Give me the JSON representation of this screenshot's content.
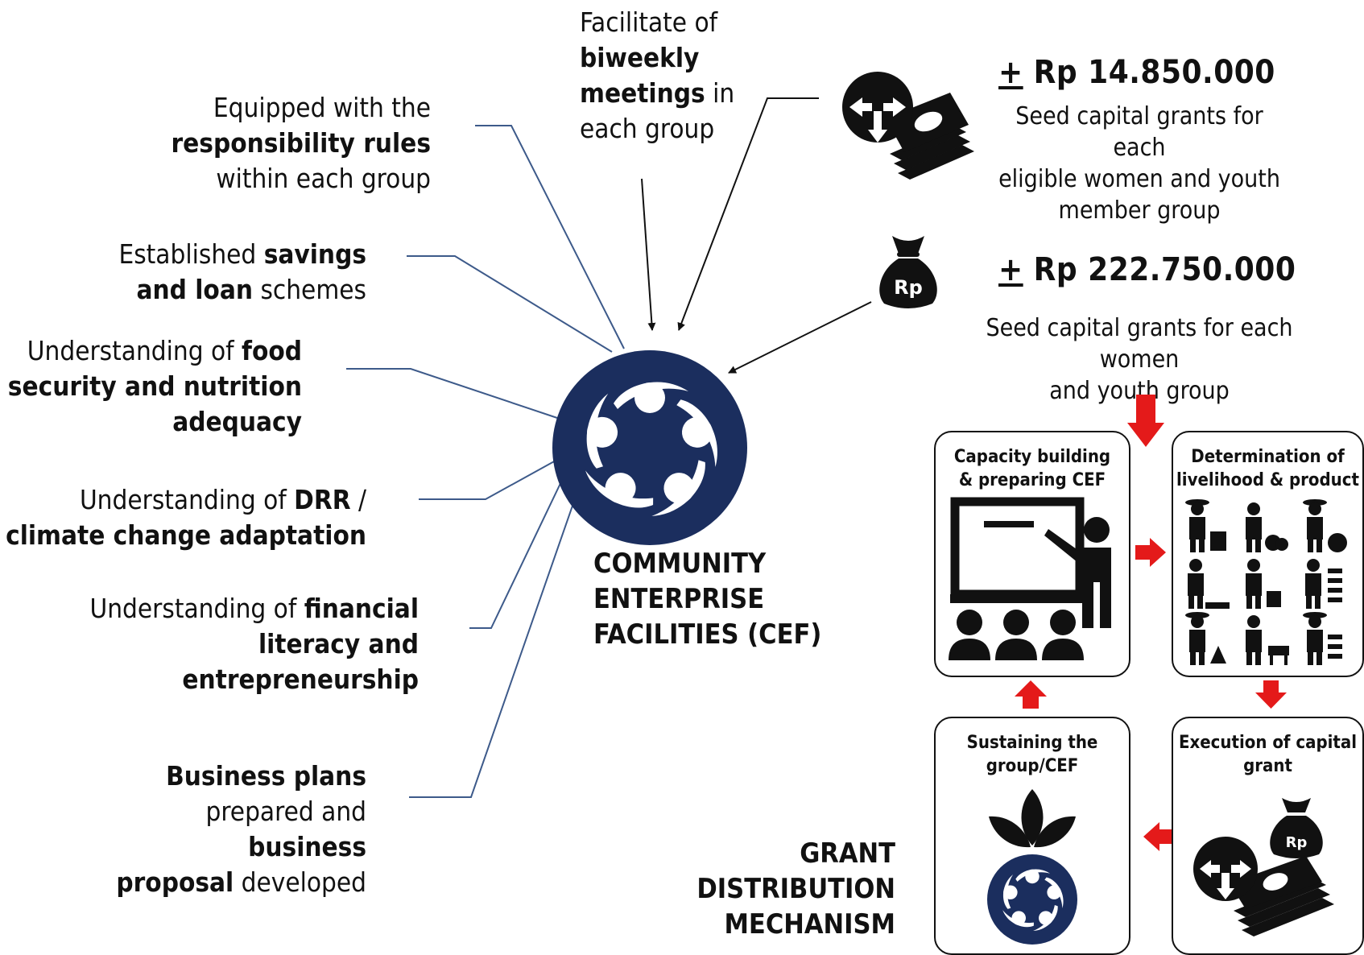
{
  "left_points": {
    "responsibility": {
      "pre": "Equipped with the",
      "bold": "responsibility rules",
      "post": "within each group"
    },
    "savings": {
      "pre": "Established ",
      "bold1": "savings",
      "bold2": "and loan",
      "post": " schemes"
    },
    "food": {
      "pre": "Understanding of ",
      "bold1": "food",
      "bold2": "security and nutrition",
      "bold3": "adequacy"
    },
    "drr": {
      "pre": "Understanding of ",
      "bold1": "DRR",
      "post": " /",
      "bold2": "climate change adaptation"
    },
    "financial": {
      "pre": "Understanding of ",
      "bold1": "financial",
      "bold2": "literacy and",
      "bold3": "entrepreneurship"
    },
    "business": {
      "bold1": "Business plans",
      "pre": "prepared and ",
      "bold2": "business",
      "bold3": "proposal",
      "post": " developed"
    }
  },
  "top_point": {
    "pre": "Facilitate of",
    "bold1": "biweekly",
    "bold2": "meetings",
    "post1": " in",
    "post2": "each group"
  },
  "center": {
    "line1": "COMMUNITY",
    "line2": "ENTERPRISE",
    "line3": "FACILITIES (CEF)"
  },
  "grants": {
    "member_group": {
      "pm": "+",
      "amount": " Rp 14.850.000",
      "desc1": "Seed capital grants for each",
      "desc2": "eligible women and youth",
      "desc3": "member group"
    },
    "group": {
      "pm": "+",
      "amount": " Rp 222.750.000",
      "desc1": "Seed capital grants for each women",
      "desc2": "and youth group"
    }
  },
  "icons": {
    "rupiah_symbol": "Rp"
  },
  "mechanism": {
    "title1": "GRANT",
    "title2": "DISTRIBUTION",
    "title3": "MECHANISM",
    "steps": [
      {
        "line1": "Capacity building",
        "line2": "& preparing CEF"
      },
      {
        "line1": "Determination of",
        "line2": "livelihood & product"
      },
      {
        "line1": "Execution of capital",
        "line2": "grant"
      },
      {
        "line1": "Sustaining  the",
        "line2": "group/CEF"
      }
    ]
  },
  "colors": {
    "navy": "#1b2e5e",
    "connector": "#3d5a8a",
    "arrow_red": "#e41a1a",
    "text": "#111111"
  }
}
